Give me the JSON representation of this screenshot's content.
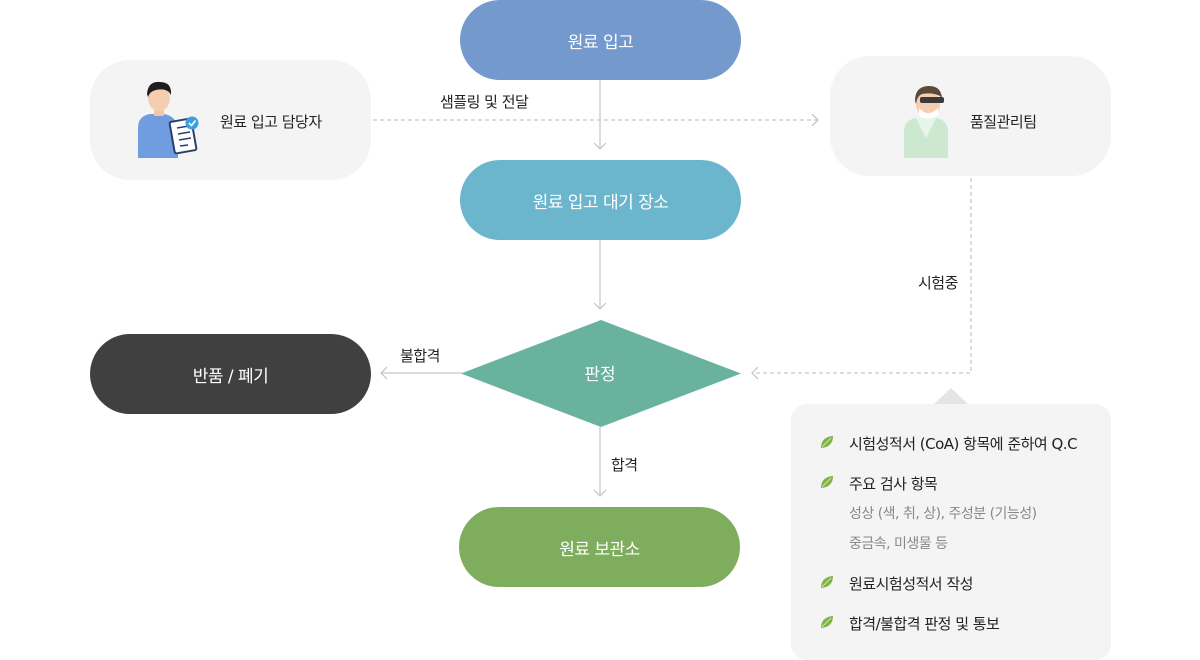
{
  "nodes": {
    "intake": "원료 입고",
    "waiting": "원료 입고 대기 장소",
    "judgment": "판정",
    "return": "반품 / 폐기",
    "storage": "원료 보관소"
  },
  "people": {
    "manager": "원료 입고 담당자",
    "qc_team": "품질관리팀"
  },
  "edges": {
    "sampling": "샘플링 및 전달",
    "testing": "시험중",
    "fail": "불합격",
    "pass": "합격"
  },
  "info": {
    "item1": "시험성적서 (CoA) 항목에 준하여 Q.C",
    "item2": "주요 검사 항목",
    "item2_sub1": "성상 (색, 취, 상), 주성분 (기능성)",
    "item2_sub2": "중금속, 미생물 등",
    "item3": "원료시험성적서 작성",
    "item4": "합격/불합격 판정 및 통보"
  },
  "colors": {
    "intake": "#7499cd",
    "waiting": "#6bb6cd",
    "judgment": "#69b39e",
    "return": "#404040",
    "storage": "#7fad5e",
    "card": "#f4f4f4",
    "line": "#c8c8c8"
  }
}
